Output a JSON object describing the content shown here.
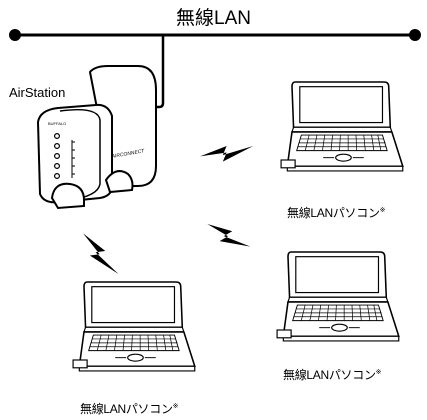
{
  "diagram": {
    "network_label": "無線LAN",
    "access_point": {
      "label": "AirStation",
      "brand_text": "AIRCONNECT",
      "maker_text": "BUFFALO",
      "led_count": 5
    },
    "clients": [
      {
        "label": "無線LANパソコン",
        "note_mark": "※"
      },
      {
        "label": "無線LANパソコン",
        "note_mark": "※"
      },
      {
        "label": "無線LANパソコン",
        "note_mark": "※"
      }
    ],
    "icons": [
      "network-line",
      "router-icon",
      "laptop-icon",
      "wireless-signal-icon"
    ]
  }
}
